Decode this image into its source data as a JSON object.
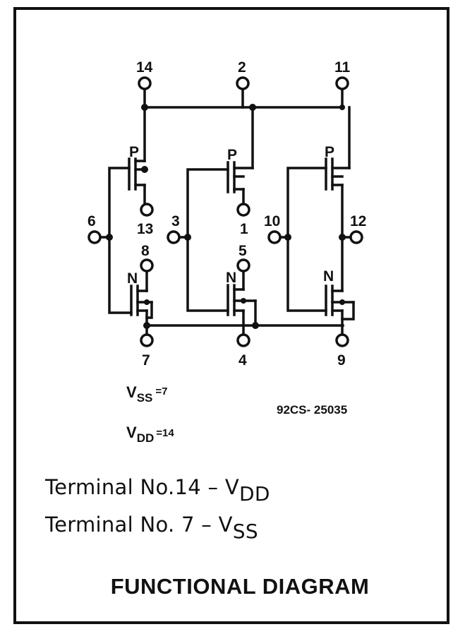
{
  "diagram": {
    "pins": {
      "p14": "14",
      "p2": "2",
      "p11": "11",
      "p6": "6",
      "p3": "3",
      "p10": "10",
      "p12": "12",
      "p13": "13",
      "p1": "1",
      "p8": "8",
      "p5": "5",
      "p7": "7",
      "p4": "4",
      "p9": "9"
    },
    "transistor_labels": {
      "p": "P",
      "n": "N"
    },
    "notes": {
      "vss_main": "V",
      "vss_sub": "SS",
      "vss_val": "=7",
      "vdd_main": "V",
      "vdd_sub": "DD",
      "vdd_val": "=14",
      "code": "92CS- 25035"
    }
  },
  "captions": {
    "line1_prefix": "Terminal No.14 – V",
    "line1_sub": "DD",
    "line2_prefix": "Terminal No.  7 – V",
    "line2_sub": "SS"
  },
  "title": "FUNCTIONAL DIAGRAM",
  "colors": {
    "ink": "#111111",
    "frame": "#0d0d0d",
    "paper": "#ffffff"
  }
}
